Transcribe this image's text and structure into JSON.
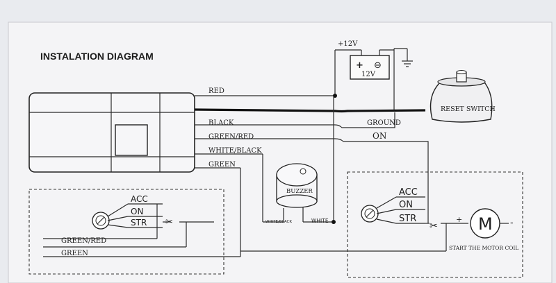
{
  "title": "INSTALATION DIAGRAM",
  "battery": {
    "supply": "+12V",
    "plus": "+",
    "minus": "⊖",
    "voltage": "12V"
  },
  "reset_switch": "RESET SWITCH",
  "wires": {
    "red": "RED",
    "black": "BLACK",
    "green_red": "GREEN/RED",
    "white_black": "WHITE/BLACK",
    "green": "GREEN",
    "ground": "GROUND",
    "on": "ON"
  },
  "buzzer": {
    "label": "BUZZER",
    "white_black": "WHITE/BLACK",
    "white": "WHITE"
  },
  "ignition_left": {
    "acc": "ACC",
    "on": "ON",
    "str": "STR",
    "green_red": "GREEN/RED",
    "green": "GREEN"
  },
  "ignition_right": {
    "acc": "ACC",
    "on": "ON",
    "str": "STR",
    "plus": "+",
    "minus": "-",
    "motor": "M",
    "motor_label": "START THE MOTOR COIL"
  }
}
